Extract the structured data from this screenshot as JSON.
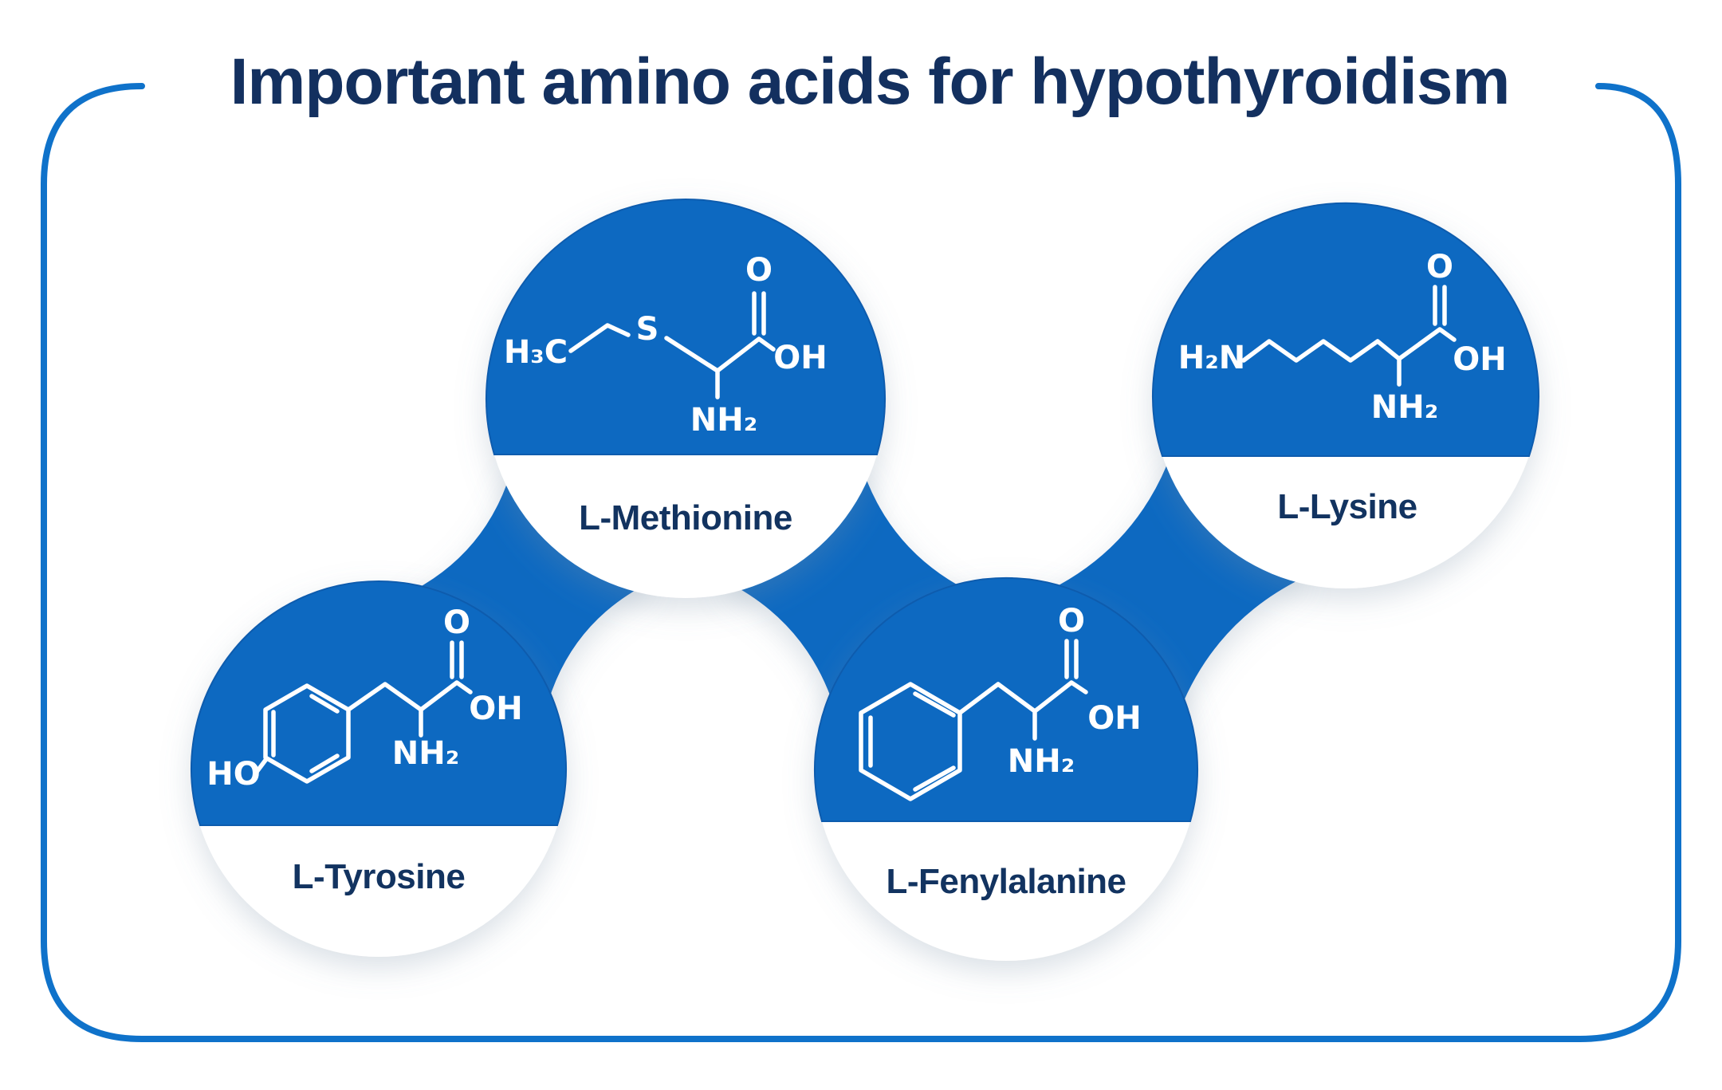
{
  "title": "Important amino acids for hypothyroidism",
  "colors": {
    "circle_blue": "#0e69c1",
    "border_blue": "#0f72ca",
    "title_navy": "#13305f",
    "label_navy": "#123360",
    "formula_white": "#ffffff",
    "background": "#ffffff"
  },
  "badges": {
    "methionine": {
      "label": "L-Methionine",
      "atoms": {
        "h3c": "H₃C",
        "s": "S",
        "o": "O",
        "oh": "OH",
        "nh2": "NH₂"
      }
    },
    "lysine": {
      "label": "L-Lysine",
      "atoms": {
        "h2n": "H₂N",
        "o": "O",
        "oh": "OH",
        "nh2": "NH₂"
      }
    },
    "tyrosine": {
      "label": "L-Tyrosine",
      "atoms": {
        "ho": "HO",
        "o": "O",
        "oh": "OH",
        "nh2": "NH₂"
      }
    },
    "fenylalanine": {
      "label": "L-Fenylalanine",
      "atoms": {
        "o": "O",
        "oh": "OH",
        "nh2": "NH₂"
      }
    }
  }
}
